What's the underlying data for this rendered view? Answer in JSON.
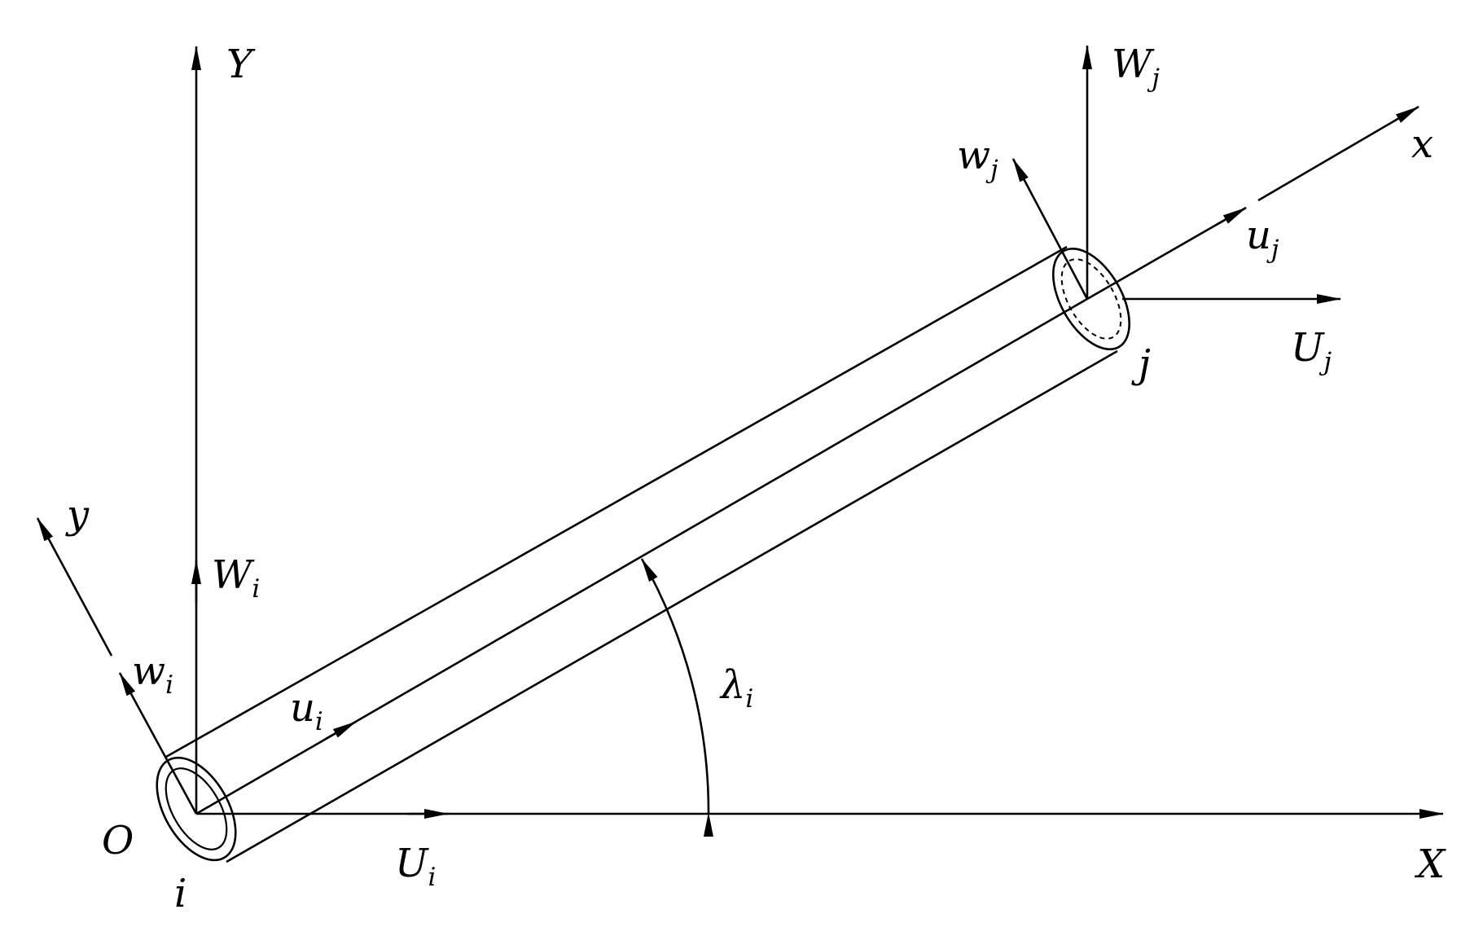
{
  "diagram": {
    "global_axes": {
      "Y": {
        "base": "Y",
        "sub": ""
      },
      "X": {
        "base": "X",
        "sub": ""
      },
      "origin": {
        "base": "O",
        "sub": ""
      }
    },
    "local_axes": {
      "x": {
        "base": "x",
        "sub": ""
      },
      "y": {
        "base": "y",
        "sub": ""
      }
    },
    "node_i": {
      "name": {
        "base": "i",
        "sub": ""
      },
      "W": {
        "base": "W",
        "sub": "i"
      },
      "U": {
        "base": "U",
        "sub": "i"
      },
      "w": {
        "base": "w",
        "sub": "i"
      },
      "u": {
        "base": "u",
        "sub": "i"
      }
    },
    "node_j": {
      "name": {
        "base": "j",
        "sub": ""
      },
      "W": {
        "base": "W",
        "sub": "j"
      },
      "U": {
        "base": "U",
        "sub": "j"
      },
      "w": {
        "base": "w",
        "sub": "j"
      },
      "u": {
        "base": "u",
        "sub": "j"
      }
    },
    "angle": {
      "base": "λ",
      "sub": "i"
    }
  }
}
